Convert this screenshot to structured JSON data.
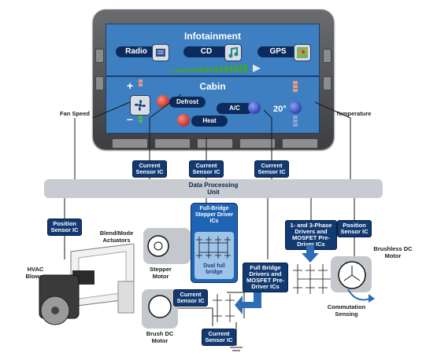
{
  "display": {
    "infotainment_title": "Infotainment",
    "radio_label": "Radio",
    "cd_label": "CD",
    "gps_label": "GPS",
    "cabin_title": "Cabin",
    "defrost_label": "Defrost",
    "ac_label": "A/C",
    "heat_label": "Heat",
    "temperature_value": "20°",
    "plus_sign": "+",
    "minus_sign": "–"
  },
  "callouts": {
    "fan_speed": "Fan Speed",
    "temperature": "Temperature",
    "current_sensor_1": "Current Sensor IC",
    "current_sensor_2": "Current Sensor IC",
    "current_sensor_3": "Current Sensor IC",
    "data_processing_unit": "Data Processing Unit"
  },
  "lower": {
    "position_sensor_left": "Position Sensor IC",
    "blend_mode": "Blend/Mode Actuators",
    "hvac_blower": "HVAC Blower",
    "full_bridge_stepper": "Full-Bridge Stepper Driver ICs",
    "dual_full_bridge": "Dual full bridge",
    "stepper_motor": "Stepper Motor",
    "phase_drivers": "1- and 3-Phase Drivers and MOSFET Pre-Driver ICs",
    "position_sensor_right": "Position Sensor IC",
    "brushless_dc_motor": "Brushless DC Motor",
    "full_bridge_drivers": "Full Bridge Drivers and MOSFET Pre-Driver ICs",
    "current_sensor_mid": "Current Sensor IC",
    "current_sensor_bottom": "Current Sensor IC",
    "brush_dc_motor": "Brush DC Motor",
    "commutation_sensing": "Commutation Sensing"
  },
  "colors": {
    "screen_blue": "#3d7fc0",
    "ic_navy": "#123a72",
    "bus_gray": "#c8ccd2",
    "arrow_blue": "#2d6db5",
    "level_green": "#3fa334"
  }
}
